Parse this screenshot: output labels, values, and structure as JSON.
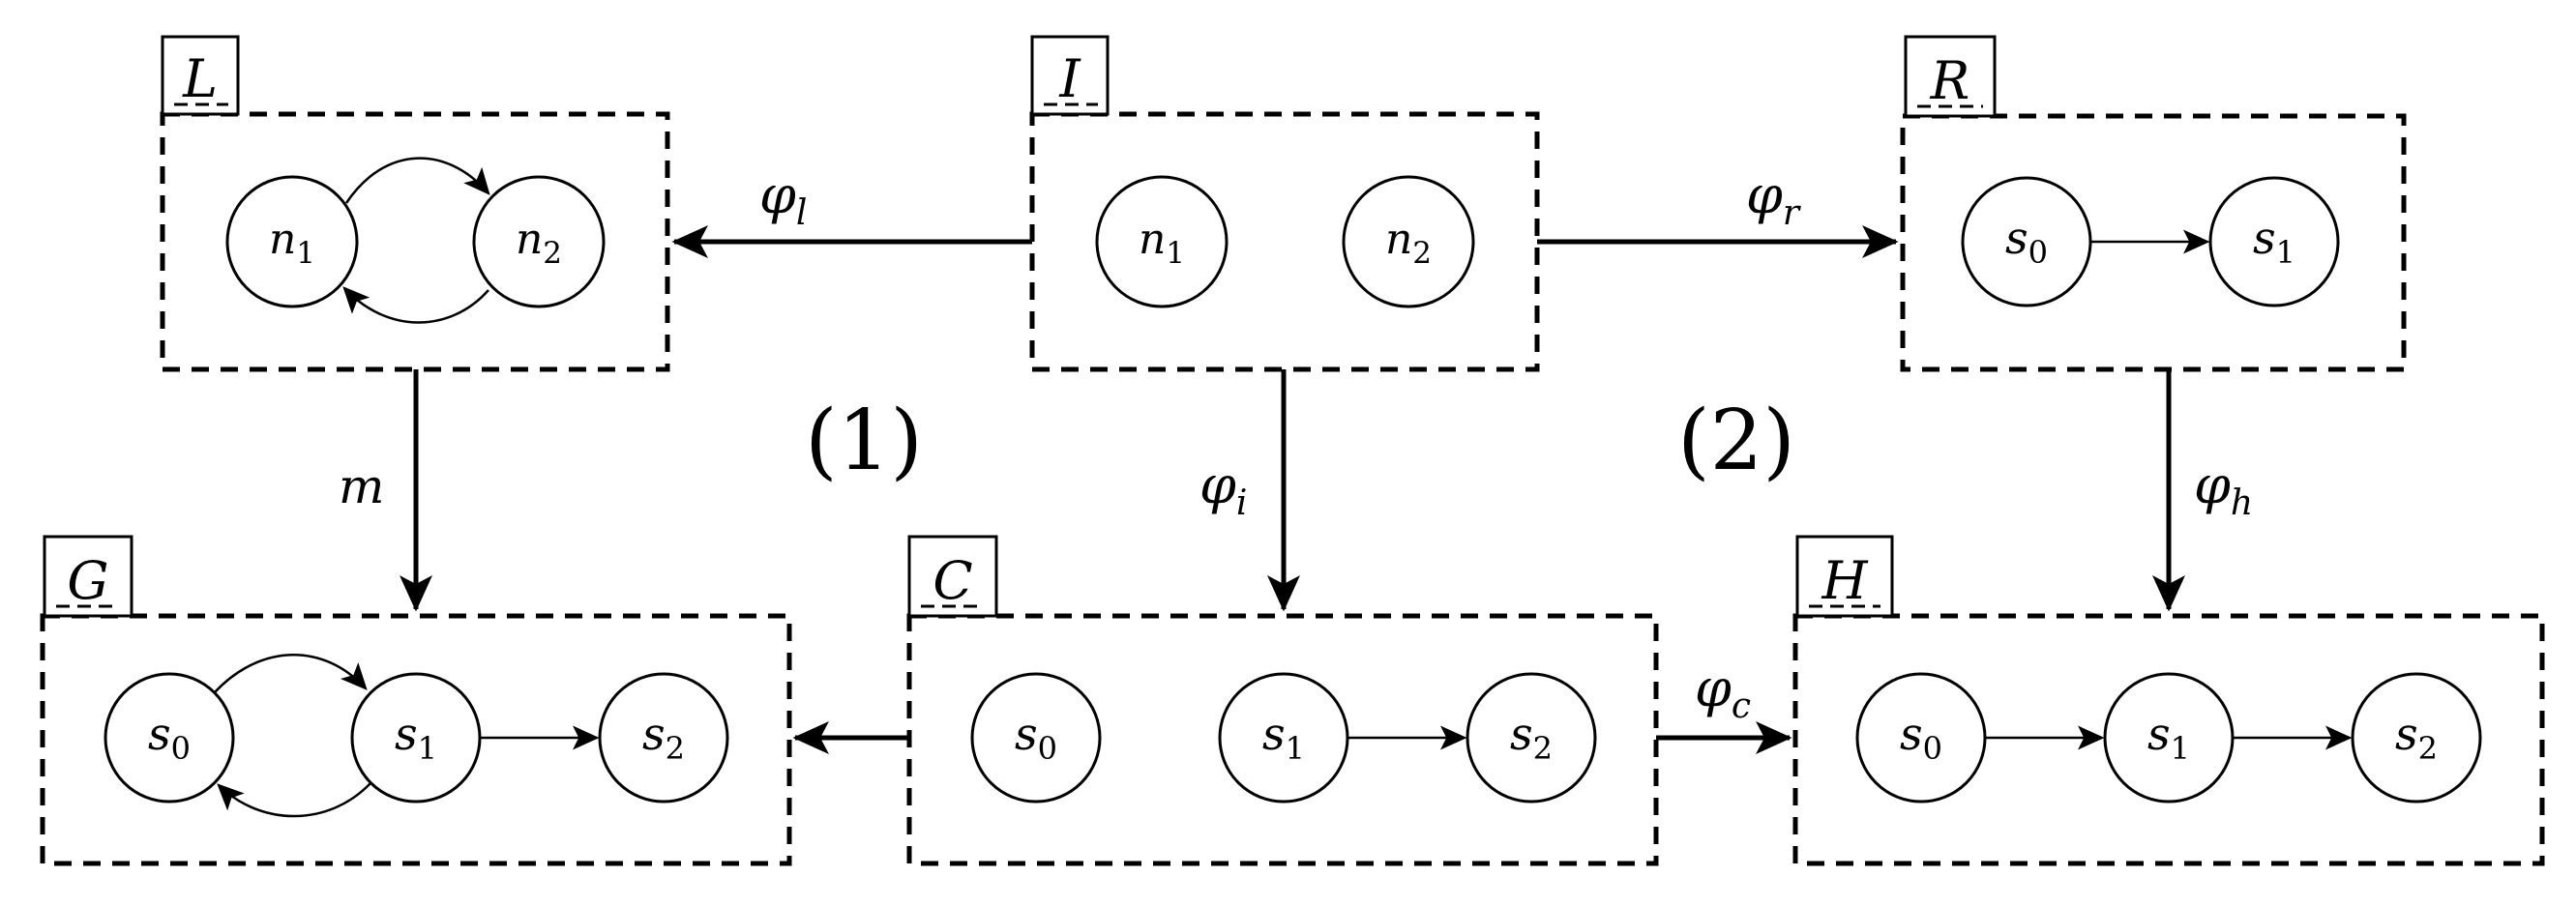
{
  "graphs": {
    "L": {
      "tag": "L",
      "nodes": [
        {
          "base": "n",
          "sub": "1"
        },
        {
          "base": "n",
          "sub": "2"
        }
      ]
    },
    "I": {
      "tag": "I",
      "nodes": [
        {
          "base": "n",
          "sub": "1"
        },
        {
          "base": "n",
          "sub": "2"
        }
      ]
    },
    "R": {
      "tag": "R",
      "nodes": [
        {
          "base": "s",
          "sub": "0"
        },
        {
          "base": "s",
          "sub": "1"
        }
      ]
    },
    "G": {
      "tag": "G",
      "nodes": [
        {
          "base": "s",
          "sub": "0"
        },
        {
          "base": "s",
          "sub": "1"
        },
        {
          "base": "s",
          "sub": "2"
        }
      ]
    },
    "C": {
      "tag": "C",
      "nodes": [
        {
          "base": "s",
          "sub": "0"
        },
        {
          "base": "s",
          "sub": "1"
        },
        {
          "base": "s",
          "sub": "2"
        }
      ]
    },
    "H": {
      "tag": "H",
      "nodes": [
        {
          "base": "s",
          "sub": "0"
        },
        {
          "base": "s",
          "sub": "1"
        },
        {
          "base": "s",
          "sub": "2"
        }
      ]
    }
  },
  "morphisms": {
    "phi_l": {
      "base": "φ",
      "sub": "l"
    },
    "phi_r": {
      "base": "φ",
      "sub": "r"
    },
    "phi_i": {
      "base": "φ",
      "sub": "i"
    },
    "phi_h": {
      "base": "φ",
      "sub": "h"
    },
    "phi_c": {
      "base": "φ",
      "sub": "c"
    },
    "m": {
      "base": "m"
    }
  },
  "squares": {
    "left": "(1)",
    "right": "(2)"
  }
}
